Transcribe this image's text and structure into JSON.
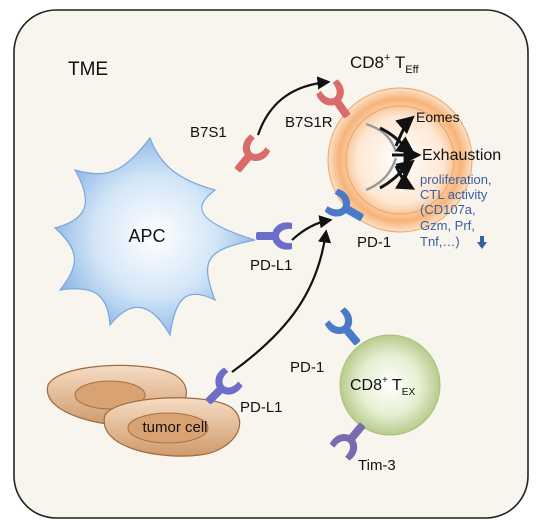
{
  "panel": {
    "label": "TME"
  },
  "apc": {
    "label": "APC"
  },
  "tumor": {
    "label": "tumor cell"
  },
  "teff": {
    "title_main": "CD8",
    "title_sup": "+",
    "title_T": " T",
    "title_sub": "Eff",
    "eomes": "Eomes",
    "exhaustion": "Exhaustion",
    "effects": [
      "proliferation,",
      "CTL activity",
      "(CD107a,",
      "Gzm, Prf,",
      "Tnf,…)"
    ],
    "down_arrow": "🡇"
  },
  "tex": {
    "title_main": "CD8",
    "title_sup": "+",
    "title_T": " T",
    "title_sub": "EX"
  },
  "ligands": {
    "b7s1": "B7S1",
    "b7s1r": "B7S1R",
    "pdl1_apc": "PD-L1",
    "pd1_teff": "PD-1",
    "pdl1_tumor": "PD-L1",
    "pd1_tex": "PD-1",
    "tim3": "Tim-3"
  },
  "colors": {
    "b7s1": "#d96b6b",
    "pd1": "#4a79c8",
    "pdl1": "#6c6fc9",
    "tim3": "#7a6bb0",
    "apc": "#8ab6e6",
    "tumor": "#c98a55",
    "teff": "#f3a86a",
    "tex": "#b7cc8f"
  }
}
